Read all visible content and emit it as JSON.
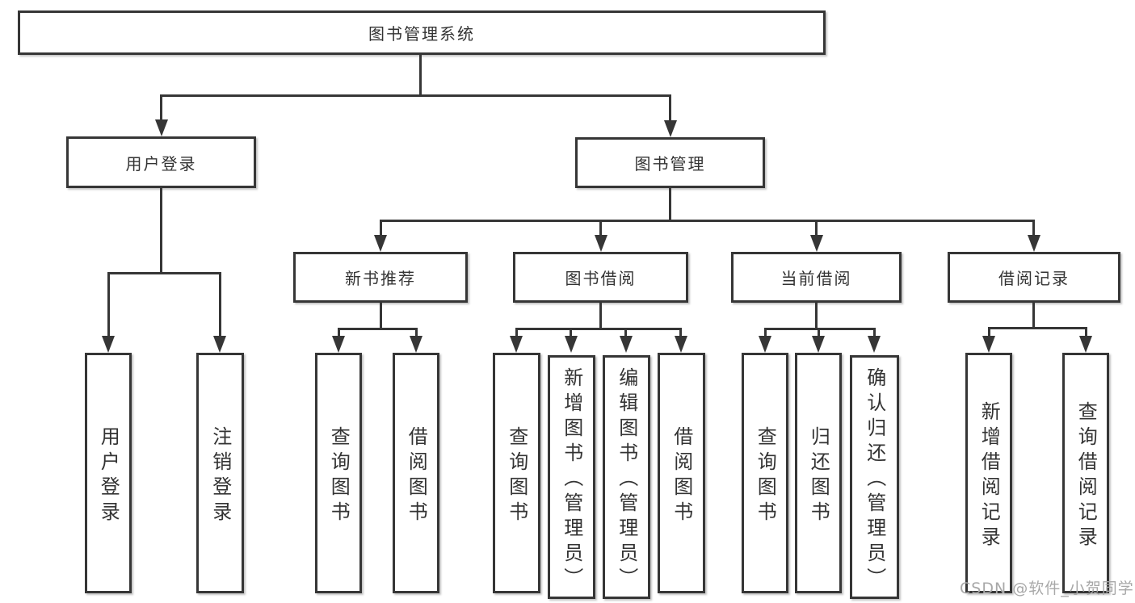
{
  "tree": {
    "root": "图书管理系统",
    "branches": [
      {
        "label": "用户登录",
        "children": [
          "用户登录",
          "注销登录"
        ]
      },
      {
        "label": "图书管理",
        "sub_branches": [
          {
            "label": "新书推荐",
            "children": [
              "查询图书",
              "借阅图书"
            ]
          },
          {
            "label": "图书借阅",
            "children": [
              "查询图书",
              "新增图书（管理员）",
              "编辑图书（管理员）",
              "借阅图书"
            ]
          },
          {
            "label": "当前借阅",
            "children": [
              "查询图书",
              "归还图书",
              "确认归还（管理员）"
            ]
          },
          {
            "label": "借阅记录",
            "children": [
              "新增借阅记录",
              "查询借阅记录"
            ]
          }
        ]
      }
    ]
  },
  "watermark": {
    "text": "CSDN @软件_小贺同学"
  },
  "colors": {
    "line": "#363636",
    "box_border": "#363636",
    "text": "#333333",
    "watermark": "#a8a8a8",
    "background": "#ffffff"
  }
}
